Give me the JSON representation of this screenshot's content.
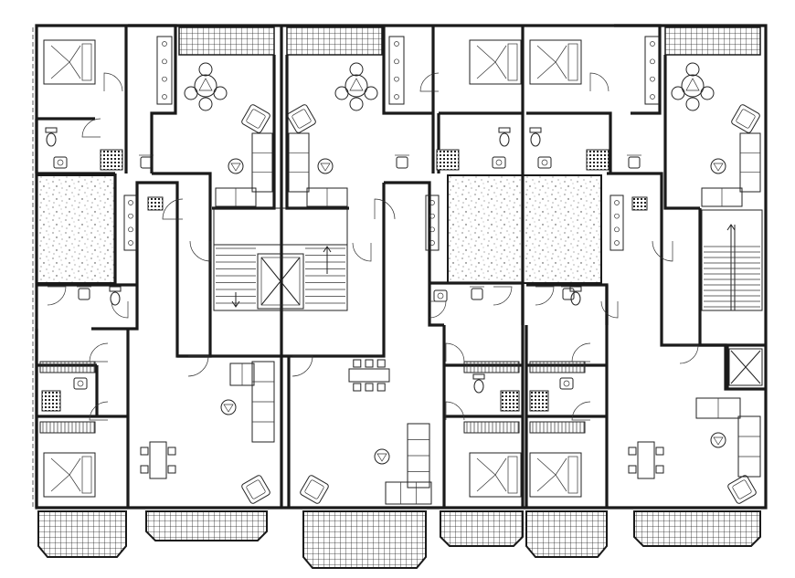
{
  "drawing": {
    "kind": "floor-plan",
    "style": "black line drawing on white",
    "colors": {
      "background": "#ffffff",
      "line": "#1a1a1a"
    },
    "apartment_count": 6,
    "stair_cores": 2,
    "elevators": 2,
    "courtyards": 2,
    "balconies": 6
  }
}
